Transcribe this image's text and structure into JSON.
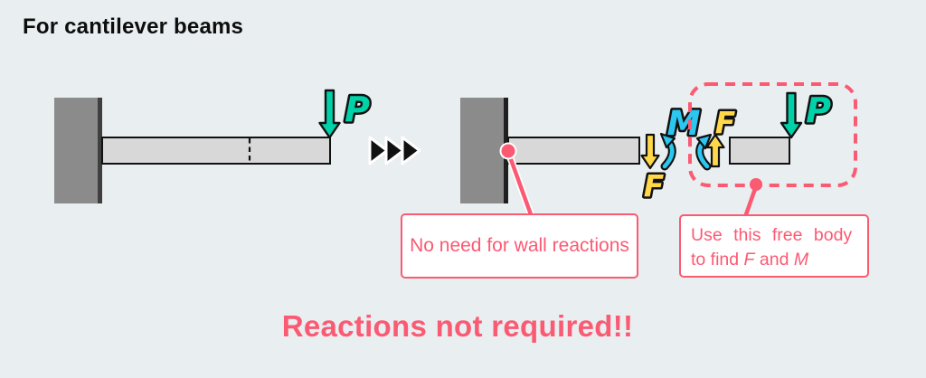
{
  "title": "For cantilever beams",
  "headline": "Reactions not required!!",
  "labels": {
    "load": "P",
    "moment": "M",
    "shear": "F"
  },
  "callout_wall": {
    "text": "No need for wall reactions"
  },
  "callout_freebody": {
    "line1": "Use this free body",
    "line2_parts": [
      "to find ",
      "F",
      " and ",
      "M"
    ]
  },
  "icons": {
    "transition": "triple-right-triangles",
    "load_arrows": "down-arrow",
    "shear_arrows": "straight-force-arrow",
    "moment_arrows": "curved-moment-arrow"
  },
  "colors": {
    "background": "#e9eef0",
    "accent_pink": "#fb5a73",
    "load_teal": "#00d1a9",
    "moment_cyan": "#2bc7f0",
    "shear_yellow": "#ffd84a",
    "wall_gray": "#8b8b8b",
    "wall_edge_dark": "#1f1f1f",
    "beam_fill": "#d8d8d8",
    "outline_black": "#111111",
    "callout_bg": "#ffffff"
  }
}
